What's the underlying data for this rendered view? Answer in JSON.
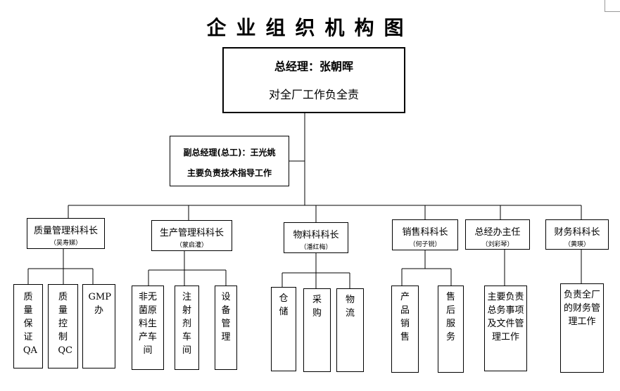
{
  "title": "企业组织机构图",
  "general_manager": {
    "line1": "总经理：张朝晖",
    "line2": "对全厂工作负全责"
  },
  "deputy_gm": {
    "line1": "副总经理(总工)：王光姚",
    "line2": "主要负责技术指导工作"
  },
  "departments": [
    {
      "name": "质量管理科科长",
      "person": "（吴寿娣）",
      "subunits": [
        "质量保证QA",
        "质量控制QC",
        "GMP办"
      ]
    },
    {
      "name": "生产管理科科长",
      "person": "（蒙启灌）",
      "subunits": [
        "非无菌原料生产车间",
        "注射剂车间",
        "设备管理"
      ]
    },
    {
      "name": "物料科科长",
      "person": "（潘红梅）",
      "subunits": [
        "仓储",
        "采购",
        "物流"
      ]
    },
    {
      "name": "销售科科长",
      "person": "（何子锐）",
      "subunits": [
        "产品销售",
        "售后服务"
      ]
    },
    {
      "name": "总经办主任",
      "person": "（刘彩琴）",
      "subunits": [
        "主要负责总务事项及文件管理工作"
      ]
    },
    {
      "name": "财务科科长",
      "person": "（黄瑛）",
      "subunits": [
        "负责全厂的财务管理工作"
      ]
    }
  ]
}
